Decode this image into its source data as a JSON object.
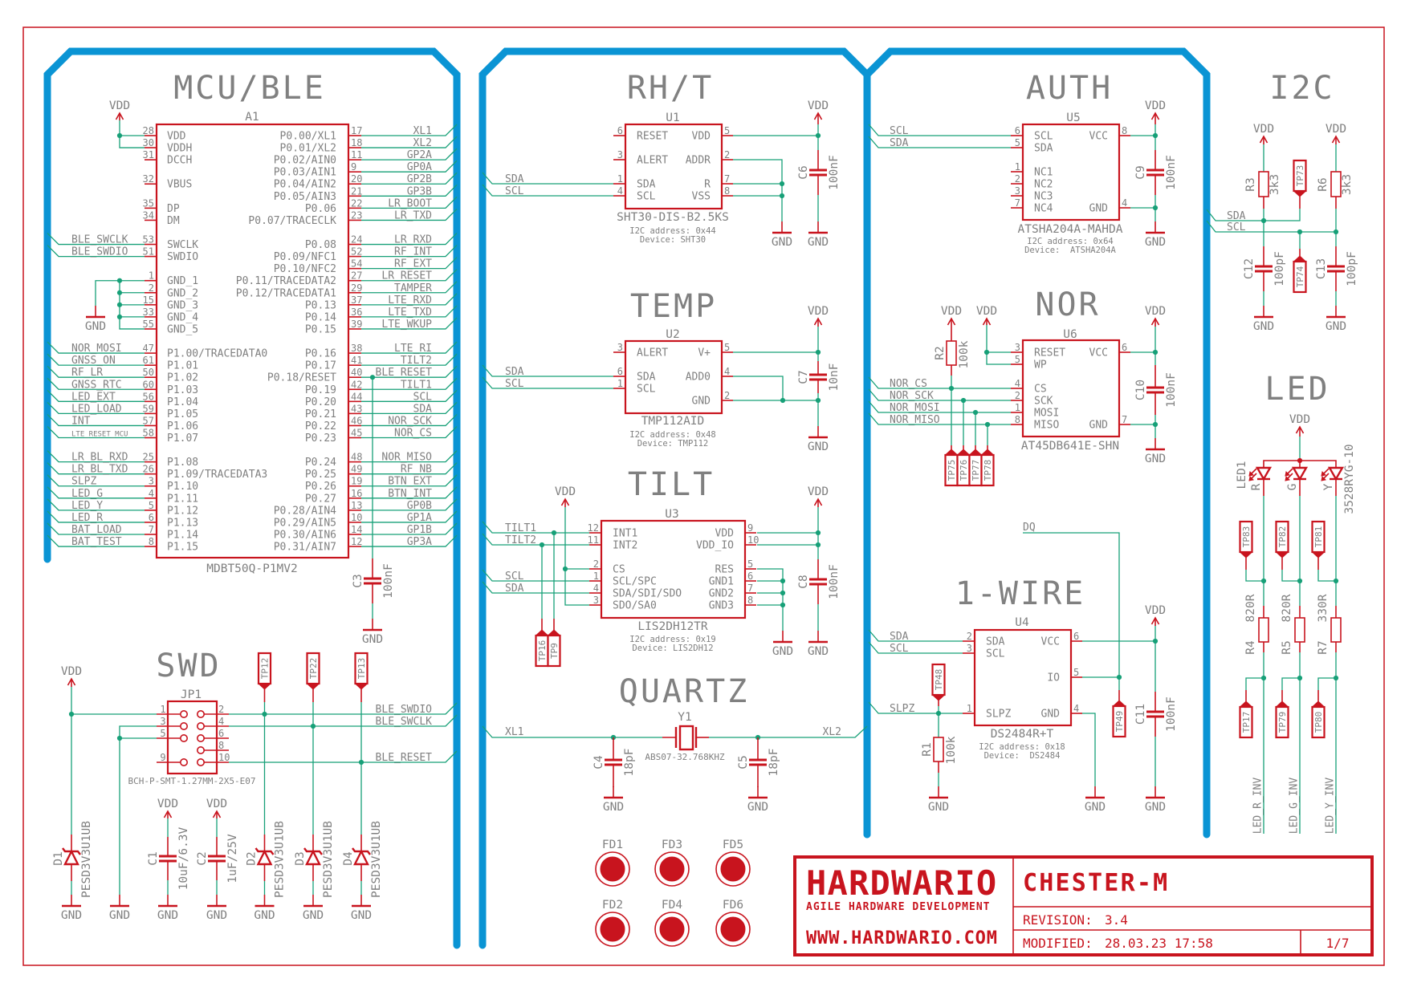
{
  "colors": {
    "symbol_red": "#c8141e",
    "net_green": "#17a078",
    "frame_blue": "#0a94d4",
    "text_gray": "#808080"
  },
  "power": {
    "vdd": "VDD",
    "gnd": "GND"
  },
  "mcu": {
    "title": "MCU/BLE",
    "ref": "A1",
    "part": "MDBT50Q-P1MV2",
    "left_pins": [
      {
        "num": "28",
        "name": "VDD",
        "net": ""
      },
      {
        "num": "30",
        "name": "VDDH",
        "net": ""
      },
      {
        "num": "31",
        "name": "DCCH",
        "net": ""
      },
      {
        "num": "32",
        "name": "VBUS",
        "net": ""
      },
      {
        "num": "35",
        "name": "DP",
        "net": ""
      },
      {
        "num": "34",
        "name": "DM",
        "net": ""
      },
      {
        "num": "53",
        "name": "SWCLK",
        "net": "BLE_SWCLK"
      },
      {
        "num": "51",
        "name": "SWDIO",
        "net": "BLE_SWDIO"
      },
      {
        "num": "1",
        "name": "GND_1",
        "net": ""
      },
      {
        "num": "2",
        "name": "GND_2",
        "net": ""
      },
      {
        "num": "15",
        "name": "GND_3",
        "net": ""
      },
      {
        "num": "33",
        "name": "GND_4",
        "net": ""
      },
      {
        "num": "55",
        "name": "GND_5",
        "net": ""
      },
      {
        "num": "47",
        "name": "P1.00/TRACEDATA0",
        "net": "NOR_MOSI"
      },
      {
        "num": "61",
        "name": "P1.01",
        "net": "GNSS_ON"
      },
      {
        "num": "50",
        "name": "P1.02",
        "net": "RF_LR"
      },
      {
        "num": "60",
        "name": "P1.03",
        "net": "GNSS_RTC"
      },
      {
        "num": "56",
        "name": "P1.04",
        "net": "LED_EXT"
      },
      {
        "num": "59",
        "name": "P1.05",
        "net": "LED_LOAD"
      },
      {
        "num": "57",
        "name": "P1.06",
        "net": "INT"
      },
      {
        "num": "58",
        "name": "P1.07",
        "net": "LTE_RESET_MCU"
      },
      {
        "num": "25",
        "name": "P1.08",
        "net": "LR_BL_RXD"
      },
      {
        "num": "26",
        "name": "P1.09/TRACEDATA3",
        "net": "LR_BL_TXD"
      },
      {
        "num": "3",
        "name": "P1.10",
        "net": "SLPZ"
      },
      {
        "num": "4",
        "name": "P1.11",
        "net": "LED_G"
      },
      {
        "num": "5",
        "name": "P1.12",
        "net": "LED_Y"
      },
      {
        "num": "6",
        "name": "P1.13",
        "net": "LED_R"
      },
      {
        "num": "7",
        "name": "P1.14",
        "net": "BAT_LOAD"
      },
      {
        "num": "8",
        "name": "P1.15",
        "net": "BAT_TEST"
      }
    ],
    "right_pins": [
      {
        "num": "17",
        "name": "P0.00/XL1",
        "net": "XL1"
      },
      {
        "num": "18",
        "name": "P0.01/XL2",
        "net": "XL2"
      },
      {
        "num": "11",
        "name": "P0.02/AIN0",
        "net": "GP2A"
      },
      {
        "num": "9",
        "name": "P0.03/AIN1",
        "net": "GP0A"
      },
      {
        "num": "20",
        "name": "P0.04/AIN2",
        "net": "GP2B"
      },
      {
        "num": "21",
        "name": "P0.05/AIN3",
        "net": "GP3B"
      },
      {
        "num": "22",
        "name": "P0.06",
        "net": "LR_BOOT"
      },
      {
        "num": "23",
        "name": "P0.07/TRACECLK",
        "net": "LR_TXD"
      },
      {
        "num": "24",
        "name": "P0.08",
        "net": "LR_RXD"
      },
      {
        "num": "52",
        "name": "P0.09/NFC1",
        "net": "RF_INT"
      },
      {
        "num": "54",
        "name": "P0.10/NFC2",
        "net": "RF_EXT"
      },
      {
        "num": "27",
        "name": "P0.11/TRACEDATA2",
        "net": "LR_RESET"
      },
      {
        "num": "29",
        "name": "P0.12/TRACEDATA1",
        "net": "TAMPER"
      },
      {
        "num": "37",
        "name": "P0.13",
        "net": "LTE_RXD"
      },
      {
        "num": "36",
        "name": "P0.14",
        "net": "LTE_TXD"
      },
      {
        "num": "39",
        "name": "P0.15",
        "net": "LTE_WKUP"
      },
      {
        "num": "38",
        "name": "P0.16",
        "net": "LTE_RI"
      },
      {
        "num": "41",
        "name": "P0.17",
        "net": "TILT2"
      },
      {
        "num": "40",
        "name": "P0.18/RESET",
        "net": "BLE_RESET"
      },
      {
        "num": "42",
        "name": "P0.19",
        "net": "TILT1"
      },
      {
        "num": "44",
        "name": "P0.20",
        "net": "SCL"
      },
      {
        "num": "43",
        "name": "P0.21",
        "net": "SDA"
      },
      {
        "num": "46",
        "name": "P0.22",
        "net": "NOR_SCK"
      },
      {
        "num": "45",
        "name": "P0.23",
        "net": "NOR_CS"
      },
      {
        "num": "48",
        "name": "P0.24",
        "net": "NOR_MISO"
      },
      {
        "num": "49",
        "name": "P0.25",
        "net": "RF_NB"
      },
      {
        "num": "19",
        "name": "P0.26",
        "net": "BTN_EXT"
      },
      {
        "num": "16",
        "name": "P0.27",
        "net": "BTN_INT"
      },
      {
        "num": "13",
        "name": "P0.28/AIN4",
        "net": "GP0B"
      },
      {
        "num": "10",
        "name": "P0.29/AIN5",
        "net": "GP1A"
      },
      {
        "num": "14",
        "name": "P0.30/AIN6",
        "net": "GP1B"
      },
      {
        "num": "12",
        "name": "P0.31/AIN7",
        "net": "GP3A"
      }
    ],
    "c3": {
      "ref": "C3",
      "value": "100nF"
    }
  },
  "swd": {
    "title": "SWD",
    "connector": {
      "ref": "JP1",
      "part": "BCH-P-SMT-1.27MM-2X5-E07",
      "left_pins": [
        "1",
        "3",
        "5",
        "9"
      ],
      "right_pins": [
        "2",
        "4",
        "6",
        "8",
        "10"
      ]
    },
    "nets": {
      "swdio": "BLE_SWDIO",
      "swclk": "BLE_SWCLK",
      "reset": "BLE_RESET"
    },
    "test_points": [
      "TP12",
      "TP22",
      "TP13"
    ],
    "diodes": [
      {
        "ref": "D1",
        "part": "PESD3V3U1UB"
      },
      {
        "ref": "D2",
        "part": "PESD3V3U1UB"
      },
      {
        "ref": "D3",
        "part": "PESD3V3U1UB"
      },
      {
        "ref": "D4",
        "part": "PESD3V3U1UB"
      }
    ],
    "capacitors": [
      {
        "ref": "C1",
        "value": "10uF/6.3V"
      },
      {
        "ref": "C2",
        "value": "1uF/25V"
      }
    ]
  },
  "rht": {
    "title": "RH/T",
    "ref": "U1",
    "part": "SHT30-DIS-B2.5KS",
    "i2c_address": "I2C address: 0x44",
    "device": "Device: SHT30",
    "left_pins": [
      {
        "num": "6",
        "name": "RESET",
        "net": ""
      },
      {
        "num": "3",
        "name": "ALERT",
        "net": ""
      },
      {
        "num": "1",
        "name": "SDA",
        "net": "SDA"
      },
      {
        "num": "4",
        "name": "SCL",
        "net": "SCL"
      }
    ],
    "right_pins": [
      {
        "num": "5",
        "name": "VDD"
      },
      {
        "num": "2",
        "name": "ADDR"
      },
      {
        "num": "7",
        "name": "R"
      },
      {
        "num": "8",
        "name": "VSS"
      }
    ],
    "cap": {
      "ref": "C6",
      "value": "100nF"
    }
  },
  "temp": {
    "title": "TEMP",
    "ref": "U2",
    "part": "TMP112AID",
    "i2c_address": "I2C address: 0x48",
    "device": "Device: TMP112",
    "left_pins": [
      {
        "num": "3",
        "name": "ALERT",
        "net": ""
      },
      {
        "num": "6",
        "name": "SDA",
        "net": "SDA"
      },
      {
        "num": "1",
        "name": "SCL",
        "net": "SCL"
      }
    ],
    "right_pins": [
      {
        "num": "5",
        "name": "V+"
      },
      {
        "num": "4",
        "name": "ADD0"
      },
      {
        "num": "2",
        "name": "GND"
      }
    ],
    "cap": {
      "ref": "C7",
      "value": "10nF"
    }
  },
  "tilt": {
    "title": "TILT",
    "ref": "U3",
    "part": "LIS2DH12TR",
    "i2c_address": "I2C address: 0x19",
    "device": "Device: LIS2DH12",
    "left_pins": [
      {
        "num": "12",
        "name": "INT1",
        "net": "TILT1"
      },
      {
        "num": "11",
        "name": "INT2",
        "net": "TILT2"
      },
      {
        "num": "2",
        "name": "CS",
        "net": ""
      },
      {
        "num": "1",
        "name": "SCL/SPC",
        "net": "SCL"
      },
      {
        "num": "4",
        "name": "SDA/SDI/SDO",
        "net": "SDA"
      },
      {
        "num": "3",
        "name": "SDO/SA0",
        "net": ""
      }
    ],
    "right_pins": [
      {
        "num": "9",
        "name": "VDD"
      },
      {
        "num": "10",
        "name": "VDD_IO"
      },
      {
        "num": "5",
        "name": "RES"
      },
      {
        "num": "6",
        "name": "GND1"
      },
      {
        "num": "7",
        "name": "GND2"
      },
      {
        "num": "8",
        "name": "GND3"
      }
    ],
    "test_points": [
      "TP16",
      "TP9"
    ],
    "cap": {
      "ref": "C8",
      "value": "100nF"
    }
  },
  "quartz": {
    "title": "QUARTZ",
    "ref": "Y1",
    "part": "ABS07-32.768KHZ",
    "nets": [
      "XL1",
      "XL2"
    ],
    "capacitors": [
      {
        "ref": "C4",
        "value": "18pF"
      },
      {
        "ref": "C5",
        "value": "18pF"
      }
    ]
  },
  "fiducials": [
    "FD1",
    "FD2",
    "FD3",
    "FD4",
    "FD5",
    "FD6"
  ],
  "auth": {
    "title": "AUTH",
    "ref": "U5",
    "part": "ATSHA204A-MAHDA",
    "i2c_address": "I2C address: 0x64",
    "device": "Device:  ATSHA204A",
    "left_pins": [
      {
        "num": "6",
        "name": "SCL",
        "net": "SCL"
      },
      {
        "num": "5",
        "name": "SDA",
        "net": "SDA"
      },
      {
        "num": "1",
        "name": "NC1",
        "net": ""
      },
      {
        "num": "2",
        "name": "NC2",
        "net": ""
      },
      {
        "num": "3",
        "name": "NC3",
        "net": ""
      },
      {
        "num": "7",
        "name": "NC4",
        "net": ""
      }
    ],
    "right_pins": [
      {
        "num": "8",
        "name": "VCC"
      },
      {
        "num": "4",
        "name": "GND"
      }
    ],
    "cap": {
      "ref": "C9",
      "value": "100nF"
    }
  },
  "nor": {
    "title": "NOR",
    "ref": "U6",
    "part": "AT45DB641E-SHN",
    "left_pins": [
      {
        "num": "3",
        "name": "RESET",
        "net": ""
      },
      {
        "num": "5",
        "name": "WP",
        "net": ""
      },
      {
        "num": "4",
        "name": "CS",
        "net": "NOR_CS"
      },
      {
        "num": "2",
        "name": "SCK",
        "net": "NOR_SCK"
      },
      {
        "num": "1",
        "name": "MOSI",
        "net": "NOR_MOSI"
      },
      {
        "num": "8",
        "name": "MISO",
        "net": "NOR_MISO"
      }
    ],
    "right_pins": [
      {
        "num": "6",
        "name": "VCC"
      },
      {
        "num": "7",
        "name": "GND"
      }
    ],
    "resistor": {
      "ref": "R2",
      "value": "100k"
    },
    "cap": {
      "ref": "C10",
      "value": "100nF"
    },
    "test_points": [
      "TP75",
      "TP76",
      "TP77",
      "TP78"
    ]
  },
  "onewire": {
    "title": "1-WIRE",
    "ref": "U4",
    "part": "DS2484R+T",
    "i2c_address": "I2C address: 0x18",
    "device": "Device:  DS2484",
    "left_pins": [
      {
        "num": "2",
        "name": "SDA",
        "net": "SDA"
      },
      {
        "num": "3",
        "name": "SCL",
        "net": "SCL"
      },
      {
        "num": "1",
        "name": "SLPZ",
        "net": "SLPZ"
      }
    ],
    "right_pins": [
      {
        "num": "6",
        "name": "VCC"
      },
      {
        "num": "5",
        "name": "IO"
      },
      {
        "num": "4",
        "name": "GND"
      }
    ],
    "dq_net": "DQ",
    "resistor": {
      "ref": "R1",
      "value": "100k"
    },
    "cap": {
      "ref": "C11",
      "value": "100nF"
    },
    "test_points": [
      "TP48",
      "TP49"
    ]
  },
  "i2c": {
    "title": "I2C",
    "nets": [
      "SDA",
      "SCL"
    ],
    "resistors": [
      {
        "ref": "R3",
        "value": "3k3"
      },
      {
        "ref": "R6",
        "value": "3k3"
      }
    ],
    "capacitors": [
      {
        "ref": "C12",
        "value": "100pF"
      },
      {
        "ref": "C13",
        "value": "100pF"
      }
    ],
    "test_points": [
      "TP73",
      "TP74"
    ]
  },
  "led": {
    "title": "LED",
    "ref": "LED1",
    "part": "3528RYG-10",
    "channels": [
      "R",
      "G",
      "Y"
    ],
    "resistors": [
      {
        "ref": "R4",
        "value": "820R"
      },
      {
        "ref": "R5",
        "value": "820R"
      },
      {
        "ref": "R7",
        "value": "330R"
      }
    ],
    "test_points_top": [
      "TP83",
      "TP82",
      "TP81"
    ],
    "test_points_bottom": [
      "TP17",
      "TP79",
      "TP80"
    ],
    "nets": [
      "LED_R_INV",
      "LED_G_INV",
      "LED_Y_INV"
    ]
  },
  "title_block": {
    "company": "HARDWARIO",
    "tagline": "AGILE HARDWARE DEVELOPMENT",
    "website": "WWW.HARDWARIO.COM",
    "project": "CHESTER-M",
    "revision_label": "REVISION:",
    "revision": "3.4",
    "modified_label": "MODIFIED:",
    "modified": "28.03.23 17:58",
    "page": "1/7"
  }
}
